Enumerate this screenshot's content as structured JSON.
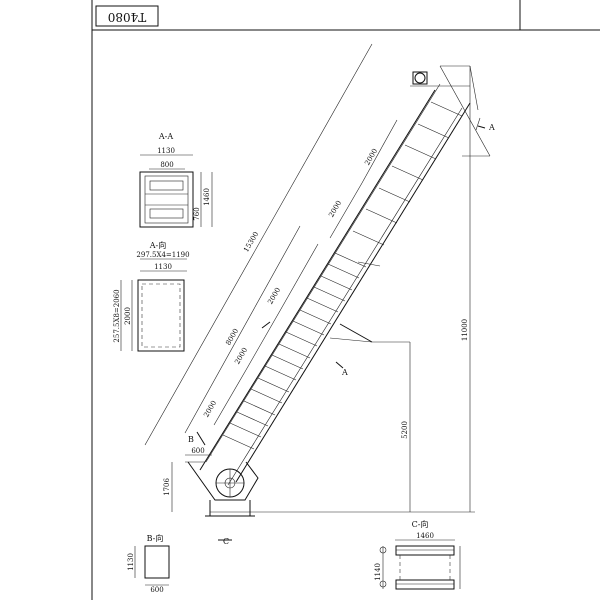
{
  "title_block": {
    "code": "T4080"
  },
  "section_labels": {
    "aa": "A-A",
    "a_view": "A-向",
    "b_view": "B-向",
    "c_view": "C-向",
    "arrow_a_top": "A",
    "arrow_a_bottom": "A",
    "arrow_b": "B",
    "arrow_c": "C"
  },
  "aa_dims": {
    "w_outer": "1130",
    "w_inner": "800",
    "h_right": "1460",
    "h_inner": "760"
  },
  "a_view_dims": {
    "top": "297.5X4=1190",
    "width": "1130",
    "side": "257.5X8=2060",
    "height": "2000"
  },
  "b_view_dims": {
    "height": "1130",
    "width": "600"
  },
  "c_view_dims": {
    "width": "1460",
    "height": "1140"
  },
  "main_dims": {
    "diag_total": "15300",
    "diag_mid": "8000",
    "seg_upper_1": "2000",
    "seg_upper_2": "2000",
    "seg_lower_1": "2000",
    "seg_lower_2": "2000",
    "seg_lower_3": "2000",
    "height_total": "11000",
    "height_mid": "5200",
    "base_width": "600",
    "base_height": "1706"
  }
}
